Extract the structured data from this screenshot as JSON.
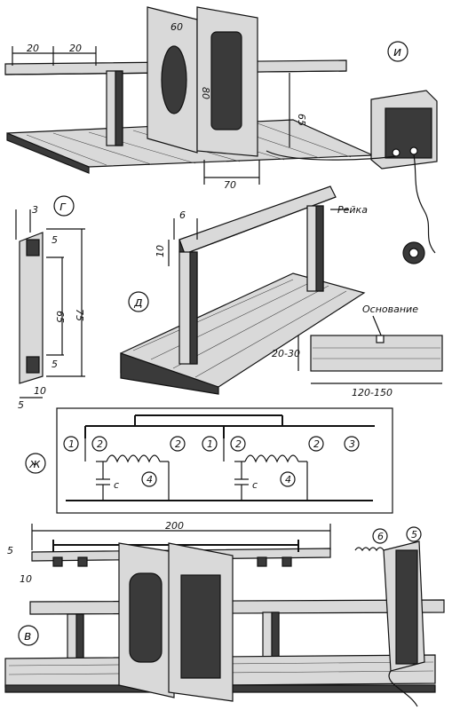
{
  "labels": {
    "section_i": "и",
    "section_g": "г",
    "section_d": "д",
    "section_zh": "ж",
    "section_v": "в",
    "reika": "Рейка",
    "osnovanie": "Основание",
    "cap_c1": "с",
    "cap_c2": "с",
    "n1a": "1",
    "n2a": "2",
    "n2b": "2",
    "n4a": "4",
    "n1b": "1",
    "n2c": "2",
    "n2d": "2",
    "n3": "3",
    "n4b": "4",
    "n6": "6",
    "n5": "5"
  },
  "dims": {
    "i_20a": "20",
    "i_20b": "20",
    "i_60": "60",
    "i_80": "80",
    "i_65": "65",
    "i_70": "70",
    "g_3": "3",
    "g_5top": "5",
    "g_65": "65",
    "g_75": "75",
    "g_5bot": "5",
    "g_10": "10",
    "g_5side": "5",
    "d_6": "6",
    "d_10": "10",
    "d_2030": "20-30",
    "d_120150": "120-150",
    "v_200": "200",
    "v_5": "5",
    "v_10": "10"
  }
}
